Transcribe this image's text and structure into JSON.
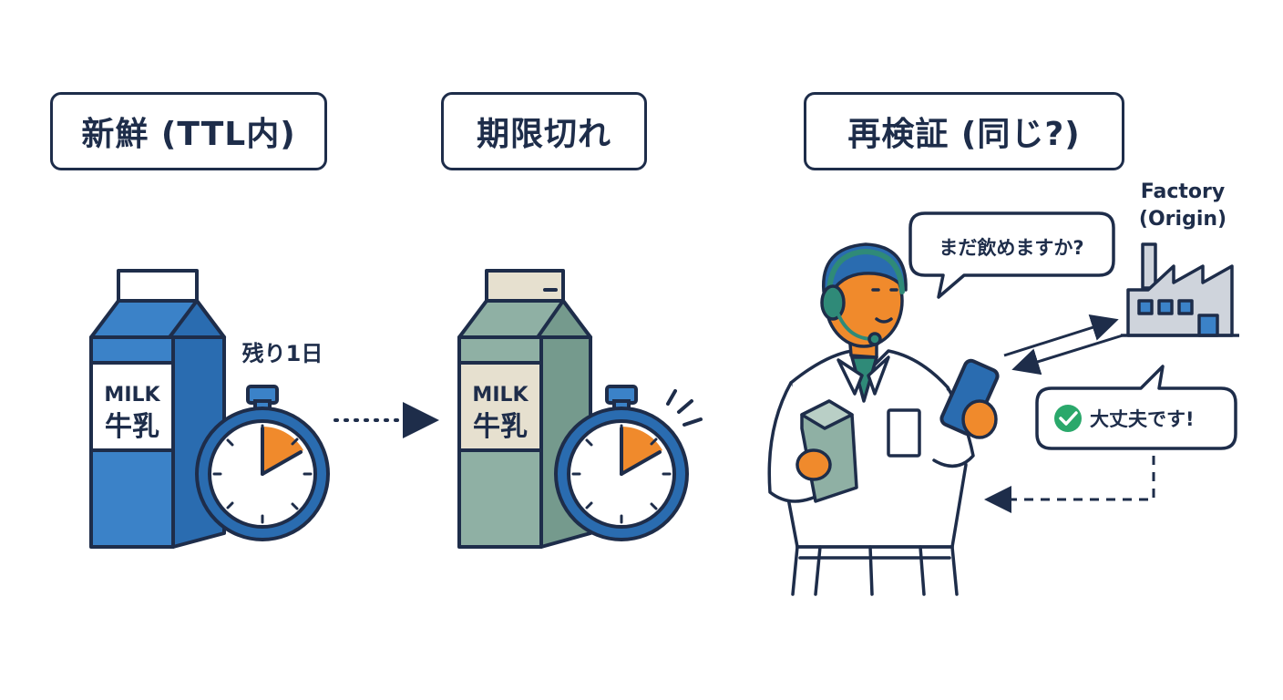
{
  "stages": [
    {
      "title": "新鮮 (TTL内)"
    },
    {
      "title": "期限切れ"
    },
    {
      "title": "再検証 (同じ?)"
    }
  ],
  "carton": {
    "label_en": "MILK",
    "label_jp": "牛乳"
  },
  "fresh_timer_note": "残り1日",
  "factory_label": [
    "Factory",
    "(Origin)"
  ],
  "speech_question": "まだ飲めますか?",
  "speech_answer": "大丈夫です!",
  "colors": {
    "ink": "#1e2d4a",
    "fresh_blue": "#3b82c8",
    "stale_green": "#8fb0a4",
    "accent_orange": "#f08a2c",
    "check_green": "#2aa86b"
  },
  "icons": [
    "milk-carton-icon",
    "stopwatch-icon",
    "headset-icon",
    "smartphone-icon",
    "factory-icon",
    "check-circle-icon"
  ]
}
